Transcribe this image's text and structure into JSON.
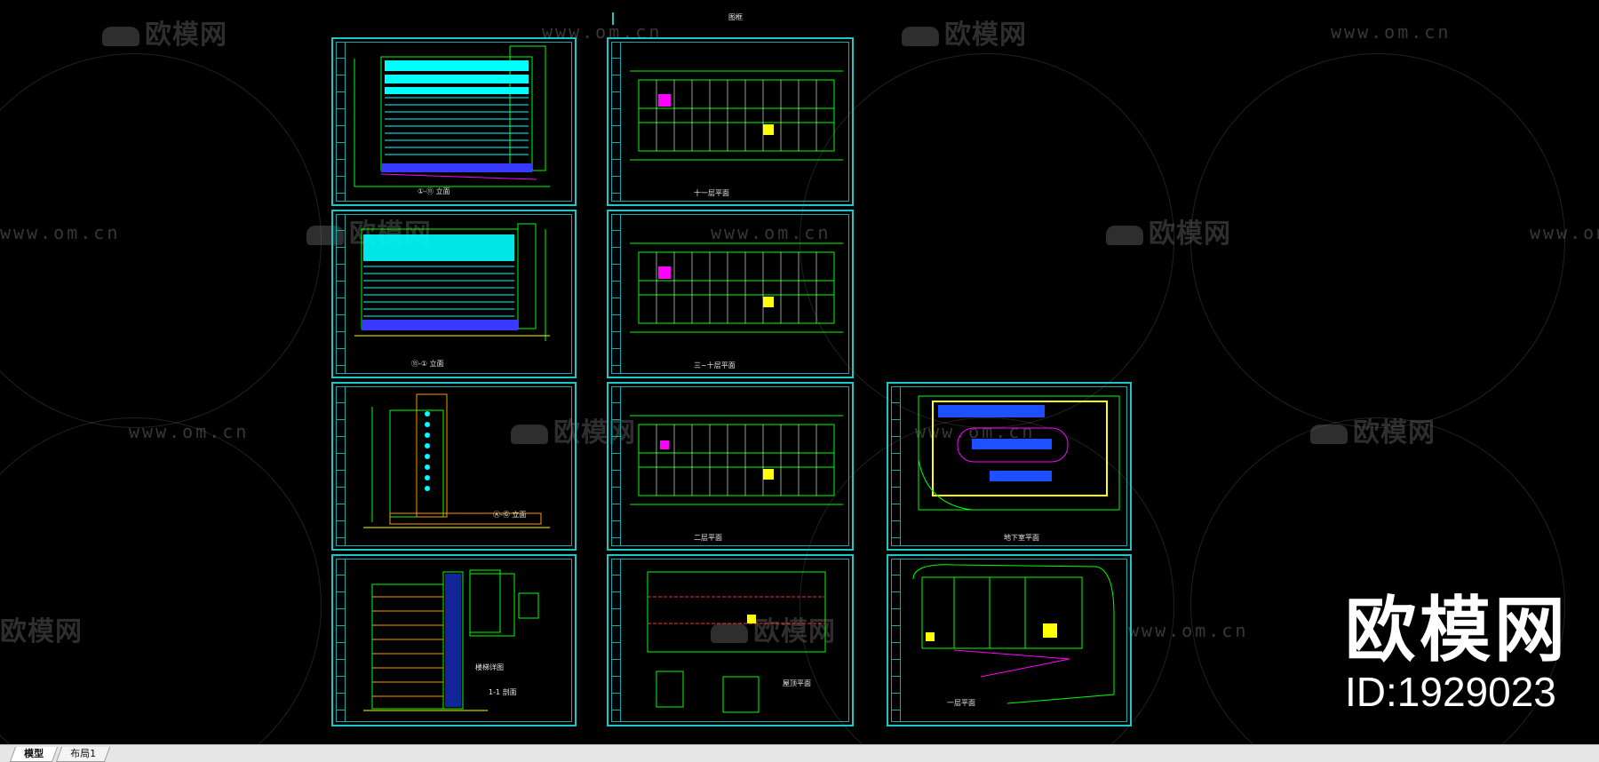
{
  "watermark": {
    "brand_text": "欧模网",
    "url_text": "www.om.cn",
    "id_text": "ID:1929023"
  },
  "sheets": {
    "s1_caption": "①-⑪ 立面",
    "s2_caption": "⑪-① 立面",
    "s3_caption": "Ⓐ-Ⓖ 立面",
    "s4_caption": "1-1 剖面",
    "s4_caption2": "楼梯详图",
    "s5_caption": "十一层平面",
    "s6_caption": "三~十层平面",
    "s7_caption": "二层平面",
    "s8_caption": "屋顶平面",
    "s9_caption": "地下室平面",
    "s10_caption": "一层平面",
    "top_label": "图框"
  },
  "tabs": [
    {
      "label": "模型",
      "active": true
    },
    {
      "label": "布局1",
      "active": false
    }
  ],
  "colors": {
    "frame": "#1ec6c6",
    "wall": "#00ff00",
    "window": "#00ffff",
    "accent_yellow": "#ffff00",
    "accent_magenta": "#ff00ff",
    "background": "#000000"
  }
}
